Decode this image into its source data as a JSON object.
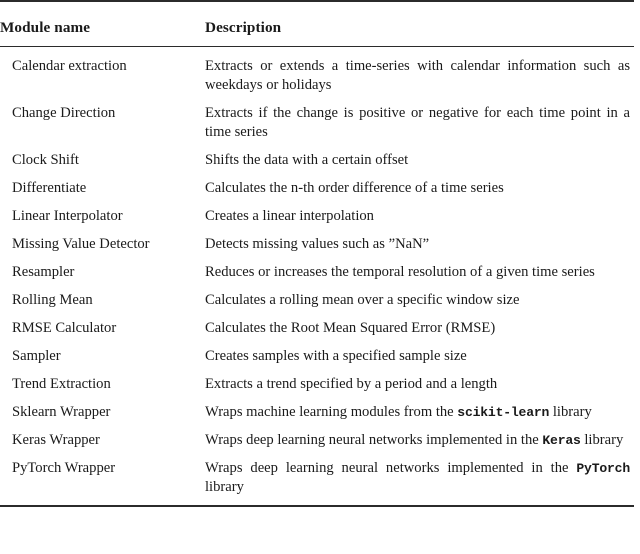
{
  "document": {
    "type": "table",
    "style": "booktabs",
    "rules": {
      "top": "toprule",
      "middle": "midrule",
      "bottom": "bottomrule"
    },
    "colors": {
      "text": "#1a1a1a",
      "rule": "#2b2b2b",
      "background": "#ffffff"
    }
  },
  "table": {
    "columns": [
      {
        "key": "module_name",
        "header": "Module name"
      },
      {
        "key": "description",
        "header": "Description"
      }
    ],
    "rows": [
      {
        "module_name": "Calendar extraction",
        "description": "Extracts or extends a time-series with calendar information such as weekdays or holidays",
        "description_parts": [
          {
            "type": "text",
            "value": "Extracts or extends a time-series with calendar information such as weekdays or holidays"
          }
        ]
      },
      {
        "module_name": "Change Direction",
        "description": "Extracts if the change is positive or negative for each time point in a time series",
        "description_parts": [
          {
            "type": "text",
            "value": "Extracts if the change is positive or negative for each time point in a time series"
          }
        ]
      },
      {
        "module_name": "Clock Shift",
        "description": "Shifts the data with a certain offset",
        "description_parts": [
          {
            "type": "text",
            "value": "Shifts the data with a certain offset"
          }
        ]
      },
      {
        "module_name": "Differentiate",
        "description": "Calculates the n-th order difference of a time series",
        "description_parts": [
          {
            "type": "text",
            "value": "Calculates the n-th order difference of a time series"
          }
        ]
      },
      {
        "module_name": "Linear Interpolator",
        "description": "Creates a linear interpolation",
        "description_parts": [
          {
            "type": "text",
            "value": "Creates a linear interpolation"
          }
        ]
      },
      {
        "module_name": "Missing Value Detector",
        "description": "Detects missing values such as ”NaN”",
        "description_parts": [
          {
            "type": "text",
            "value": "Detects missing values such as ”NaN”"
          }
        ]
      },
      {
        "module_name": "Resampler",
        "description": "Reduces or increases the temporal resolution of a given time series",
        "description_parts": [
          {
            "type": "text",
            "value": "Reduces or increases the temporal resolution of a given time series"
          }
        ]
      },
      {
        "module_name": "Rolling Mean",
        "description": "Calculates a rolling mean over a specific window size",
        "description_parts": [
          {
            "type": "text",
            "value": "Calculates a rolling mean over a specific window size"
          }
        ]
      },
      {
        "module_name": "RMSE Calculator",
        "description": "Calculates the Root Mean Squared Error (RMSE)",
        "description_parts": [
          {
            "type": "text",
            "value": "Calculates the Root Mean Squared Error (RMSE)"
          }
        ]
      },
      {
        "module_name": "Sampler",
        "description": "Creates samples with a specified sample size",
        "description_parts": [
          {
            "type": "text",
            "value": "Creates samples with a specified sample size"
          }
        ]
      },
      {
        "module_name": "Trend Extraction",
        "description": "Extracts a trend specified by a period and a length",
        "description_parts": [
          {
            "type": "text",
            "value": "Extracts a trend specified by a period and a length"
          }
        ]
      },
      {
        "module_name": "Sklearn Wrapper",
        "description": "Wraps machine learning modules from the scikit-learn library",
        "description_parts": [
          {
            "type": "text",
            "value": "Wraps machine learning modules from the "
          },
          {
            "type": "code",
            "value": "scikit-learn"
          },
          {
            "type": "text",
            "value": " library"
          }
        ]
      },
      {
        "module_name": "Keras Wrapper",
        "description": "Wraps deep learning neural networks implemented in the Keras library",
        "description_parts": [
          {
            "type": "text",
            "value": "Wraps deep learning neural networks implemented in the "
          },
          {
            "type": "code",
            "value": "Keras"
          },
          {
            "type": "text",
            "value": " library"
          }
        ]
      },
      {
        "module_name": "PyTorch Wrapper",
        "description": "Wraps deep learning neural networks implemented in the PyTorch library",
        "description_parts": [
          {
            "type": "text",
            "value": "Wraps deep learning neural networks implemented in the "
          },
          {
            "type": "code",
            "value": "PyTorch"
          },
          {
            "type": "text",
            "value": " library"
          }
        ]
      }
    ]
  }
}
